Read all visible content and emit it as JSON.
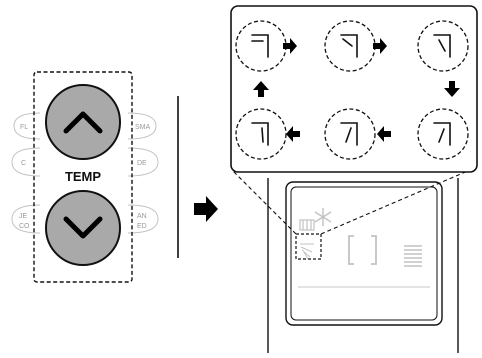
{
  "remote": {
    "temp_label": "TEMP",
    "up_button_icon": "chevron-up-icon",
    "down_button_icon": "chevron-down-icon",
    "left_side_labels": [
      "FL",
      "C",
      "JE",
      "CO"
    ],
    "right_side_labels": [
      "SMA",
      "DE",
      "AN",
      "ED"
    ]
  },
  "transition_arrow_icon": "arrow-right-icon",
  "swing_sequence": {
    "step_count": 6,
    "step_icon": "swing-vane-icon",
    "flow": "clockwise"
  },
  "display_panel": {
    "icons": [
      "fan-icon",
      "snowflake-icon",
      "swing-indicator-icon",
      "temperature-bracket-icon",
      "fan-speed-bars-icon"
    ]
  },
  "colors": {
    "button_fill": "#a9a9a9",
    "outline": "#111111",
    "faint": "#bdbdbd"
  }
}
